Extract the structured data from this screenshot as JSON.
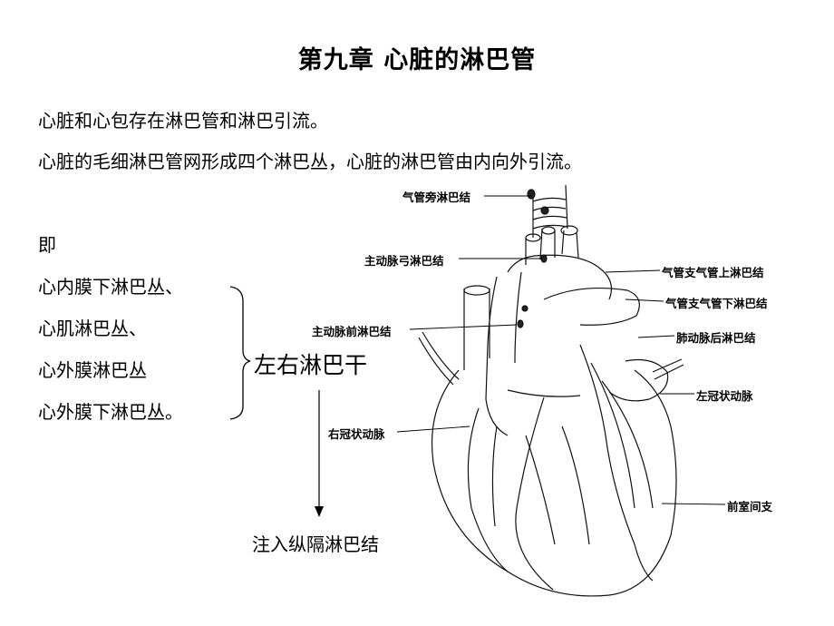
{
  "title": "第九章   心脏的淋巴管",
  "paragraphs": [
    "心脏和心包存在淋巴管和淋巴引流。",
    "心脏的毛细淋巴管网形成四个淋巴丛，心脏的淋巴管由内向外引流。"
  ],
  "intro": "即",
  "plexus_list": [
    "心内膜下淋巴丛、",
    "心肌淋巴丛、",
    "心外膜淋巴丛",
    "心外膜下淋巴丛。"
  ],
  "trunk_label": "左右淋巴干",
  "target_label": "注入纵隔淋巴结",
  "figure_labels": {
    "paratracheal": "气管旁淋巴结",
    "aortic_arch": "主动脉弓淋巴结",
    "preaortic": "主动脉前淋巴结",
    "right_coronary": "右冠状动脉",
    "superior_tracheobronchial": "气管支气管上淋巴结",
    "inferior_tracheobronchial": "气管支气管下淋巴结",
    "retro_pulmonary": "肺动脉后淋巴结",
    "left_coronary": "左冠状动脉",
    "anterior_interventricular": "前室间支"
  }
}
